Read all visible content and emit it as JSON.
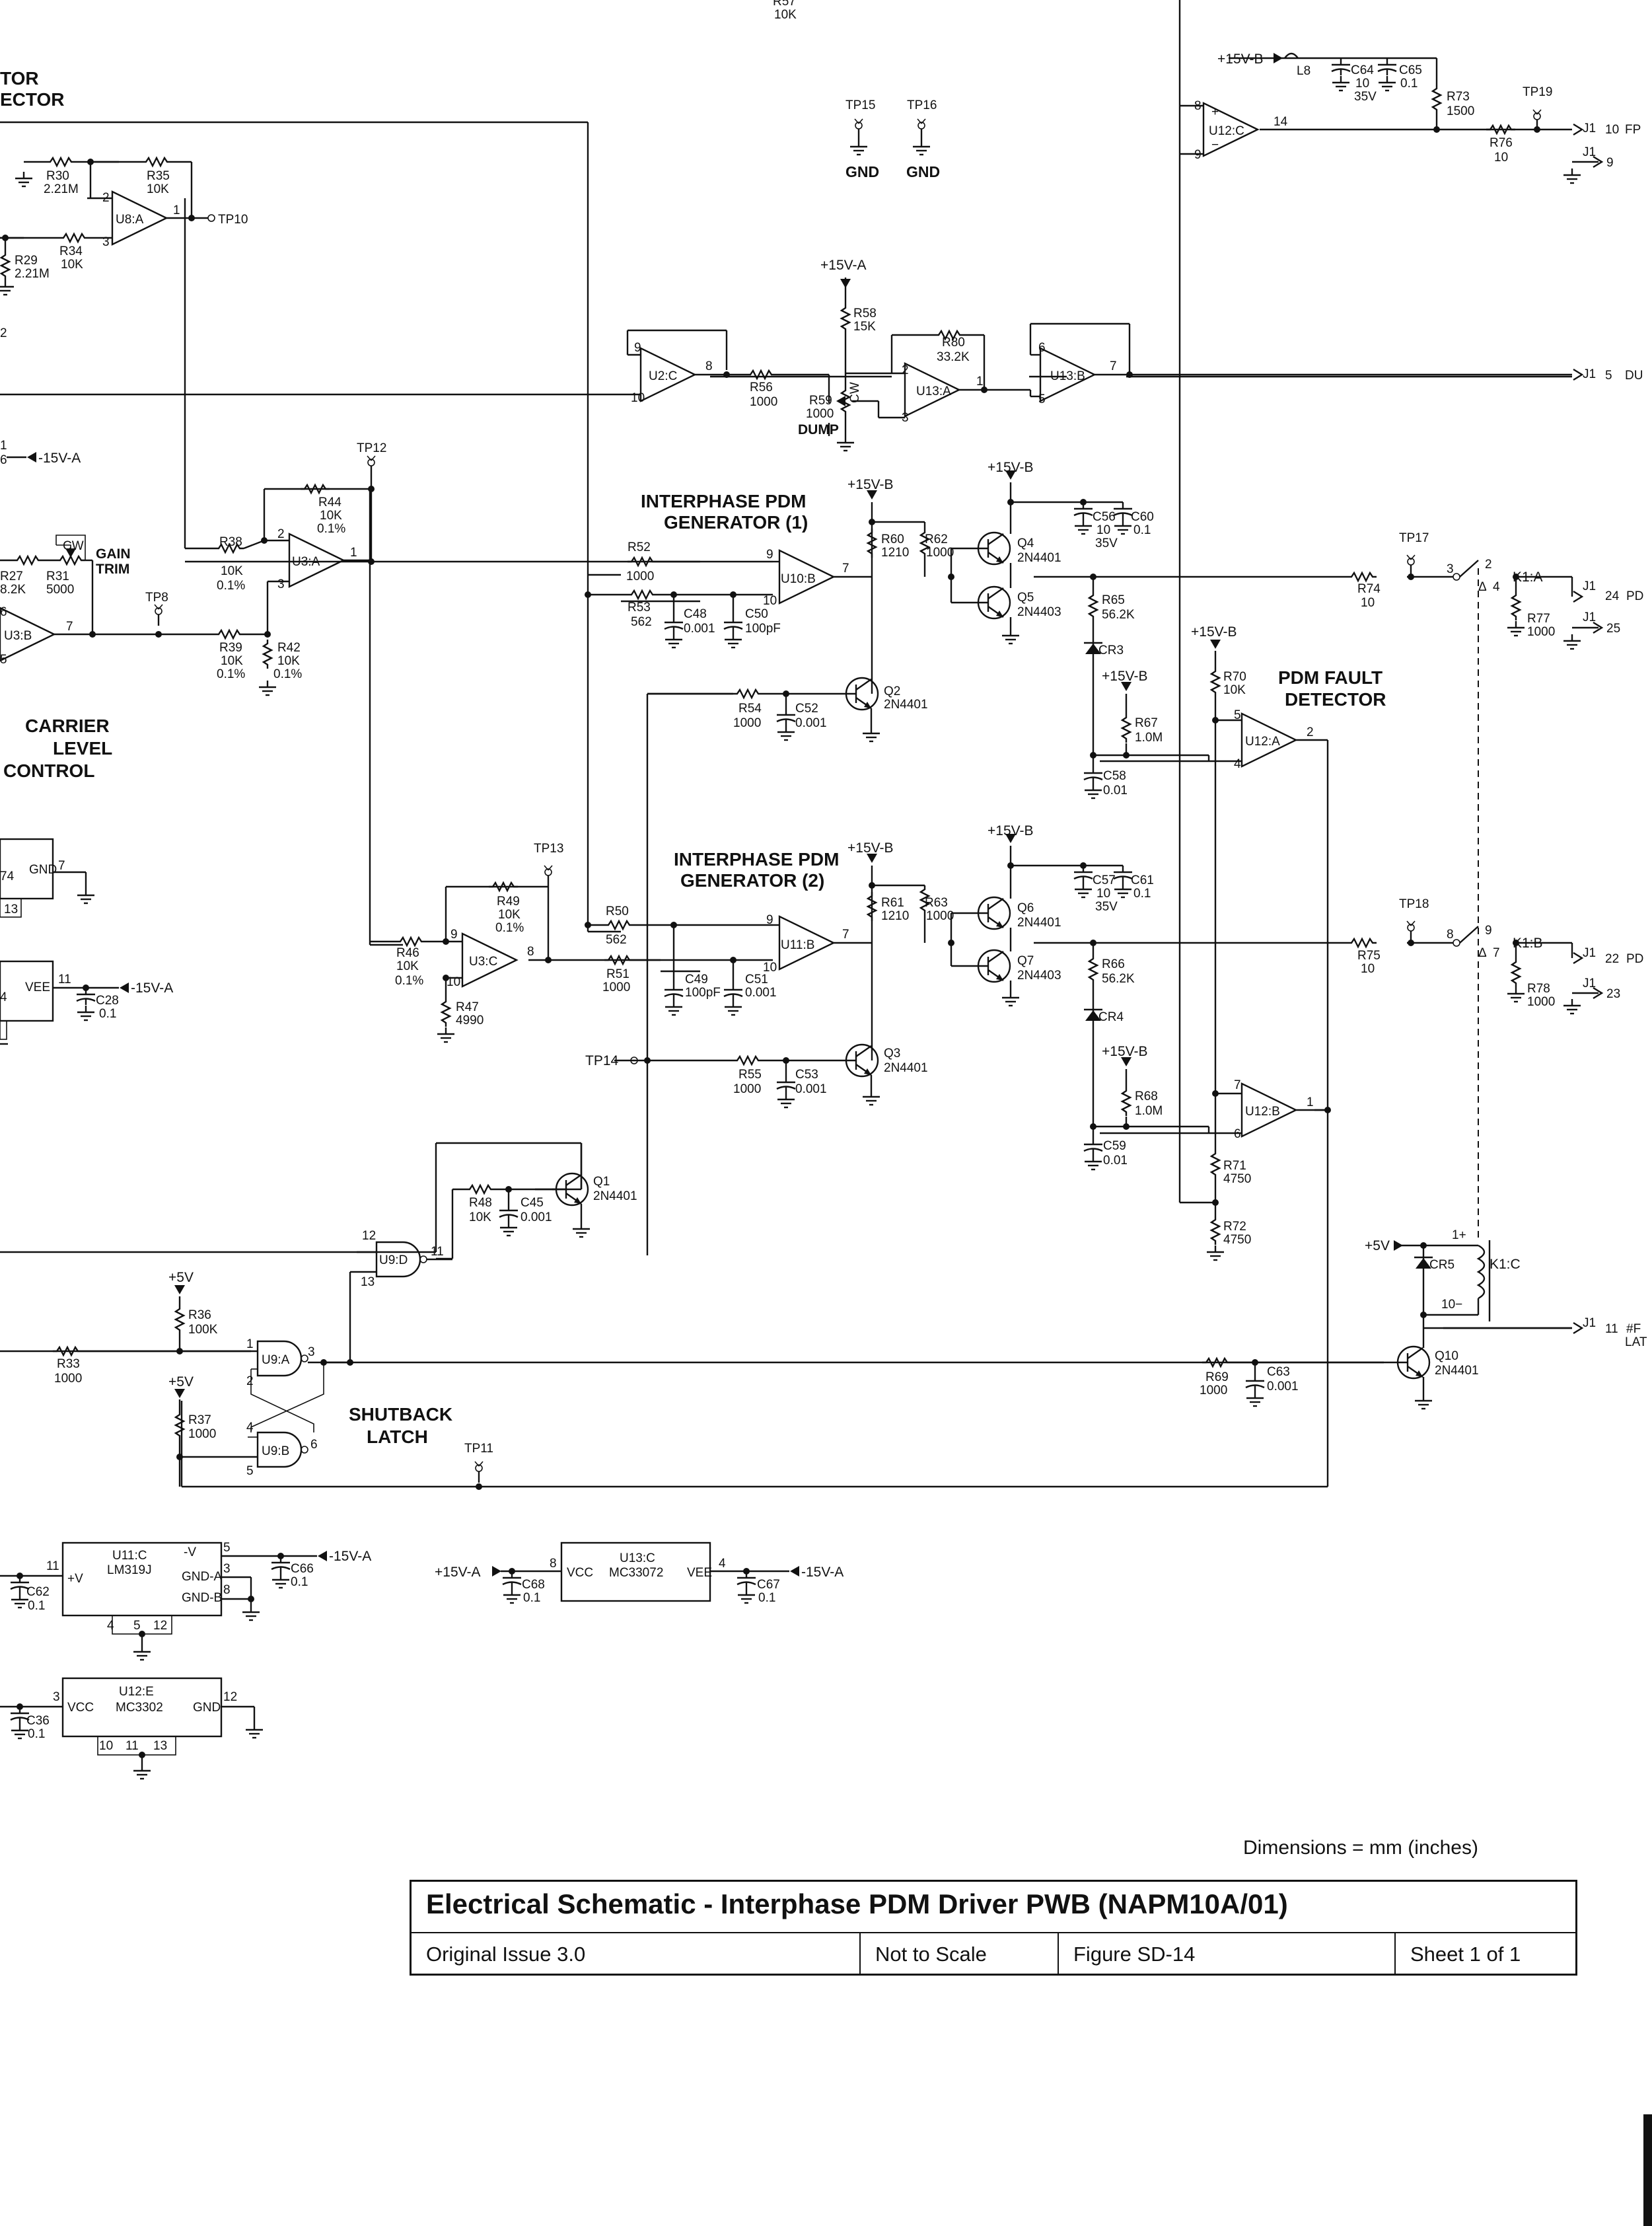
{
  "labels": {
    "tp10": "TP10",
    "tp8": "TP8",
    "tp11": "TP11",
    "tp12": "TP12",
    "tp13": "TP13",
    "tp14": "TP14",
    "tp15": "TP15",
    "tp16": "TP16",
    "tp17": "TP17",
    "tp18": "TP18",
    "tp19": "TP19",
    "gnd": "GND",
    "r57": "R57",
    "r57v": "10K",
    "l8": "L8",
    "p15vb": "+15V-B",
    "p15va": "+15V-A",
    "m15va": "-15V-A",
    "p5v": "+5V",
    "c64": "C64",
    "c64v": "10",
    "c64vv": "35V",
    "c65": "C65",
    "c65v": "0.1",
    "r73": "R73",
    "r73v": "1500",
    "u12c": "U12:C",
    "r76": "R76",
    "r76v": "10",
    "j1_10": "J1",
    "p10": "10",
    "fp": "FP",
    "p9": "9",
    "tor": "TOR",
    "ector": "ECTOR",
    "r30": "R30",
    "r30v": "2.21M",
    "r35": "R35",
    "r35v": "10K",
    "u8a": "U8:A",
    "r34": "R34",
    "r34v": "10K",
    "r29": "R29",
    "r29v": "2.21M",
    "dangle2": "2",
    "u2c": "U2:C",
    "r56": "R56",
    "r56v": "1000",
    "r58": "R58",
    "r58v": "15K",
    "r59": "R59",
    "r59v": "1000",
    "dump": "DUMP",
    "cw": "CW",
    "r80": "R80",
    "r80v": "33.2K",
    "u13a": "U13:A",
    "u13b": "U13:B",
    "p5": "5",
    "du": "DU",
    "r44": "R44",
    "r44v": "10K",
    "r44t": "0.1%",
    "gain": "GAIN",
    "trim": "TRIM",
    "r27": "R27",
    "r27v": "8.2K",
    "r31": "R31",
    "r31v": "5000",
    "r38": "R38",
    "r38v": "10K",
    "r38t": "0.1%",
    "u3a": "U3:A",
    "u3b": "U3:B",
    "r39": "R39",
    "r39v": "10K",
    "r39t": "0.1%",
    "r42": "R42",
    "r42v": "10K",
    "r42t": "0.1%",
    "ipg1a": "INTERPHASE PDM",
    "ipg1b": "GENERATOR (1)",
    "r52": "R52",
    "r52v": "1000",
    "r53": "R53",
    "r53v": "562",
    "c48": "C48",
    "c48v": "0.001",
    "c50": "C50",
    "c50v": "100pF",
    "u10b": "U10:B",
    "r60": "R60",
    "r60v": "1210",
    "r62": "R62",
    "r62v": "1000",
    "q4": "Q4",
    "q4v": "2N4401",
    "q5": "Q5",
    "q5v": "2N4403",
    "c56": "C56",
    "c56v": "10",
    "c56vv": "35V",
    "c60": "C60",
    "c60v": "0.1",
    "r65": "R65",
    "r65v": "56.2K",
    "cr3": "CR3",
    "r74": "R74",
    "r74v": "10",
    "k1a": "K1:A",
    "r77": "R77",
    "r77v": "1000",
    "p24": "24",
    "p25": "25",
    "pd": "PD",
    "carrier": "CARRIER",
    "level": "LEVEL",
    "control": "CONTROL",
    "r54": "R54",
    "r54v": "1000",
    "c52": "C52",
    "c52v": "0.001",
    "q2": "Q2",
    "q2v": "2N4401",
    "r70": "R70",
    "r70v": "10K",
    "pfd1": "PDM FAULT",
    "pfd2": "DETECTOR",
    "u12a": "U12:A",
    "r67": "R67",
    "r67v": "1.0M",
    "c58": "C58",
    "c58v": "0.01",
    "n74": "74",
    "gndpin": "GND",
    "n7": "7",
    "n13": "13",
    "r49": "R49",
    "r49v": "10K",
    "r49t": "0.1%",
    "ipg2a": "INTERPHASE PDM",
    "ipg2b": "GENERATOR (2)",
    "r50": "R50",
    "r50v": "562",
    "r51": "R51",
    "r51v": "1000",
    "c49": "C49",
    "c49v": "100pF",
    "c51": "C51",
    "c51v": "0.001",
    "u11b": "U11:B",
    "r61": "R61",
    "r61v": "1210",
    "r63": "R63",
    "r63v": "1000",
    "q6": "Q6",
    "q6v": "2N4401",
    "q7": "Q7",
    "q7v": "2N4403",
    "c57": "C57",
    "c57v": "10",
    "c57vv": "35V",
    "c61": "C61",
    "c61v": "0.1",
    "r66": "R66",
    "r66v": "56.2K",
    "cr4": "CR4",
    "r75": "R75",
    "r75v": "10",
    "k1b": "K1:B",
    "r78": "R78",
    "r78v": "1000",
    "p22": "22",
    "p23": "23",
    "vee": "VEE",
    "c28": "C28",
    "c28v": "0.1",
    "r46": "R46",
    "r46v": "10K",
    "r46t": "0.1%",
    "u3c": "U3:C",
    "r47": "R47",
    "r47v": "4990",
    "r55": "R55",
    "r55v": "1000",
    "c53": "C53",
    "c53v": "0.001",
    "q3": "Q3",
    "q3v": "2N4401",
    "r68": "R68",
    "r68v": "1.0M",
    "c59": "C59",
    "c59v": "0.01",
    "u12b": "U12:B",
    "r71": "R71",
    "r71v": "4750",
    "r72": "R72",
    "r72v": "4750",
    "r48": "R48",
    "r48v": "10K",
    "c45": "C45",
    "c45v": "0.001",
    "q1": "Q1",
    "q1v": "2N4401",
    "u9d": "U9:D",
    "cr5": "CR5",
    "k1c": "K1:C",
    "r36": "R36",
    "r36v": "100K",
    "p11": "11",
    "fla": "#F",
    "lat": "LAT",
    "r33": "R33",
    "r33v": "1000",
    "u9a": "U9:A",
    "r37": "R37",
    "r37v": "1000",
    "u9b": "U9:B",
    "sb1": "SHUTBACK",
    "sb2": "LATCH",
    "q10": "Q10",
    "q10v": "2N4401",
    "r69": "R69",
    "r69v": "1000",
    "c63": "C63",
    "c63v": "0.001",
    "u11c": "U11:C",
    "u11cv": "LM319J",
    "gnda": "GND-A",
    "gndb": "GND-B",
    "pv": "+V",
    "mv": "-V",
    "c66": "C66",
    "c66v": "0.1",
    "c62": "C62",
    "c62v": "0.1",
    "vcc": "VCC",
    "u13c": "U13:C",
    "u13cv": "MC33072",
    "c68": "C68",
    "c68v": "0.1",
    "c67": "C67",
    "c67v": "0.1",
    "u12e": "U12:E",
    "u12ev": "MC3302",
    "c36": "C36",
    "c36v": "0.1"
  },
  "title_block": {
    "dimensions": "Dimensions = mm (inches)",
    "title": "Electrical Schematic - Interphase PDM Driver PWB (NAPM10A/01)",
    "issue": "Original Issue 3.0",
    "scale": "Not to Scale",
    "figure": "Figure SD-14",
    "sheet": "Sheet 1 of 1"
  }
}
